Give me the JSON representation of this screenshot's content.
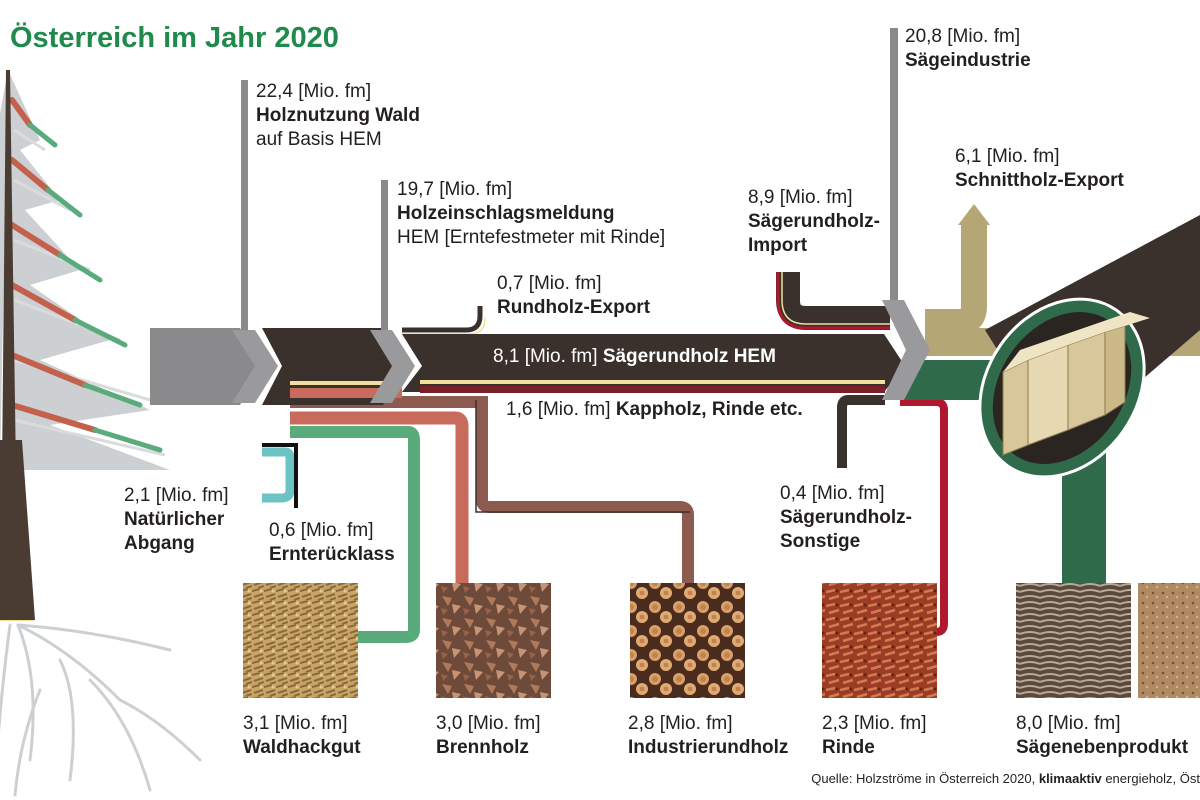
{
  "title": "Österreich im Jahr 2020",
  "labels": {
    "holznutzung": {
      "value": "22,4 [Mio. fm]",
      "name": "Holznutzung Wald",
      "sub": "auf Basis HEM"
    },
    "holzeinschlag": {
      "value": "19,7 [Mio. fm]",
      "name": "Holzeinschlagsmeldung",
      "sub": "HEM [Erntefestmeter mit Rinde]"
    },
    "rundholz_export": {
      "value": "0,7 [Mio. fm]",
      "name": "Rundholz-Export"
    },
    "saegerundholz_hem": {
      "value": "8,1 [Mio. fm]",
      "name": "Sägerundholz HEM"
    },
    "kappholz": {
      "value": "1,6 [Mio. fm]",
      "name": "Kappholz, Rinde etc."
    },
    "saegerundholz_import": {
      "value": "8,9 [Mio. fm]",
      "name": "Sägerundholz-",
      "name2": "Import"
    },
    "saegeindustrie": {
      "value": "20,8 [Mio. fm]",
      "name": "Sägeindustrie"
    },
    "schnittholz_export": {
      "value": "6,1 [Mio. fm]",
      "name": "Schnittholz-Export"
    },
    "saegerundholz_sonstige": {
      "value": "0,4 [Mio. fm]",
      "name": "Sägerundholz-",
      "name2": "Sonstige"
    },
    "natuerlicher_abgang": {
      "value": "2,1 [Mio. fm]",
      "name": "Natürlicher",
      "name2": "Abgang"
    },
    "ernteruecklass": {
      "value": "0,6 [Mio. fm]",
      "name": "Ernterücklass"
    }
  },
  "products": [
    {
      "value": "3,1 [Mio. fm]",
      "name": "Waldhackgut",
      "color": "#5aab7c"
    },
    {
      "value": "3,0 [Mio. fm]",
      "name": "Brennholz",
      "color": "#c96b5c"
    },
    {
      "value": "2,8 [Mio. fm]",
      "name": "Industrierundholz",
      "color": "#8c5a4e"
    },
    {
      "value": "2,3 [Mio. fm]",
      "name": "Rinde",
      "color": "#b0182f"
    },
    {
      "value": "8,0 [Mio. fm]",
      "name": "Sägenebenprodukt",
      "color": "#2f6b4b"
    }
  ],
  "source": {
    "prefix": "Quelle: Holzströme in Österreich 2020, ",
    "bold": "klimaaktiv",
    "suffix": " energieholz, Öst"
  },
  "colors": {
    "dark_flow": "#3a302c",
    "grey_flow": "#8a8a8c",
    "chevron": "#9a9a9c",
    "khaki": "#b5a676",
    "saw_green": "#2f6b4b",
    "teal": "#6cc3c4",
    "title_green": "#1f8a4c"
  }
}
